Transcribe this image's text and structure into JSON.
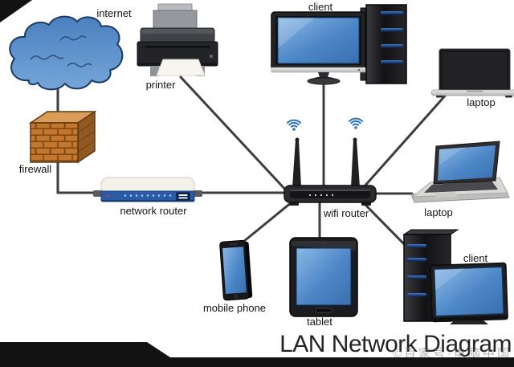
{
  "title": "LAN Network Diagram",
  "watermark": "©百家号·电脑中国",
  "nodes": {
    "internet": {
      "label": "internet",
      "type": "cloud"
    },
    "printer": {
      "label": "printer",
      "type": "printer"
    },
    "client_top": {
      "label": "client",
      "type": "desktop-computer"
    },
    "laptop_top": {
      "label": "laptop",
      "type": "laptop"
    },
    "firewall": {
      "label": "firewall",
      "type": "firewall"
    },
    "network_router": {
      "label": "network router",
      "type": "router"
    },
    "wifi_router": {
      "label": "wifi router",
      "type": "wireless-router"
    },
    "laptop_side": {
      "label": "laptop",
      "type": "laptop"
    },
    "mobile_phone": {
      "label": "mobile phone",
      "type": "smartphone"
    },
    "tablet": {
      "label": "tablet",
      "type": "tablet"
    },
    "client_bottom": {
      "label": "client",
      "type": "desktop-computer"
    }
  },
  "connections": [
    {
      "from": "internet",
      "to": "firewall"
    },
    {
      "from": "firewall",
      "to": "network_router"
    },
    {
      "from": "network_router",
      "to": "wifi_router"
    },
    {
      "from": "wifi_router",
      "to": "client_top"
    },
    {
      "from": "wifi_router",
      "to": "printer"
    },
    {
      "from": "wifi_router",
      "to": "laptop_top"
    },
    {
      "from": "wifi_router",
      "to": "laptop_side"
    },
    {
      "from": "wifi_router",
      "to": "mobile_phone"
    },
    {
      "from": "wifi_router",
      "to": "tablet"
    },
    {
      "from": "wifi_router",
      "to": "client_bottom"
    }
  ],
  "icons": [
    "wifi-signal-icon",
    "wifi-signal-icon"
  ],
  "colors": {
    "screen_blue": "#4c86c6",
    "cloud_blue": "#5a8fc9",
    "brick_orange": "#c4762c",
    "router_face_blue": "#2b5aa7",
    "wifi_icon_blue": "#2d73ba",
    "connection_line": "#3e3e40",
    "bar_black": "#121212"
  }
}
